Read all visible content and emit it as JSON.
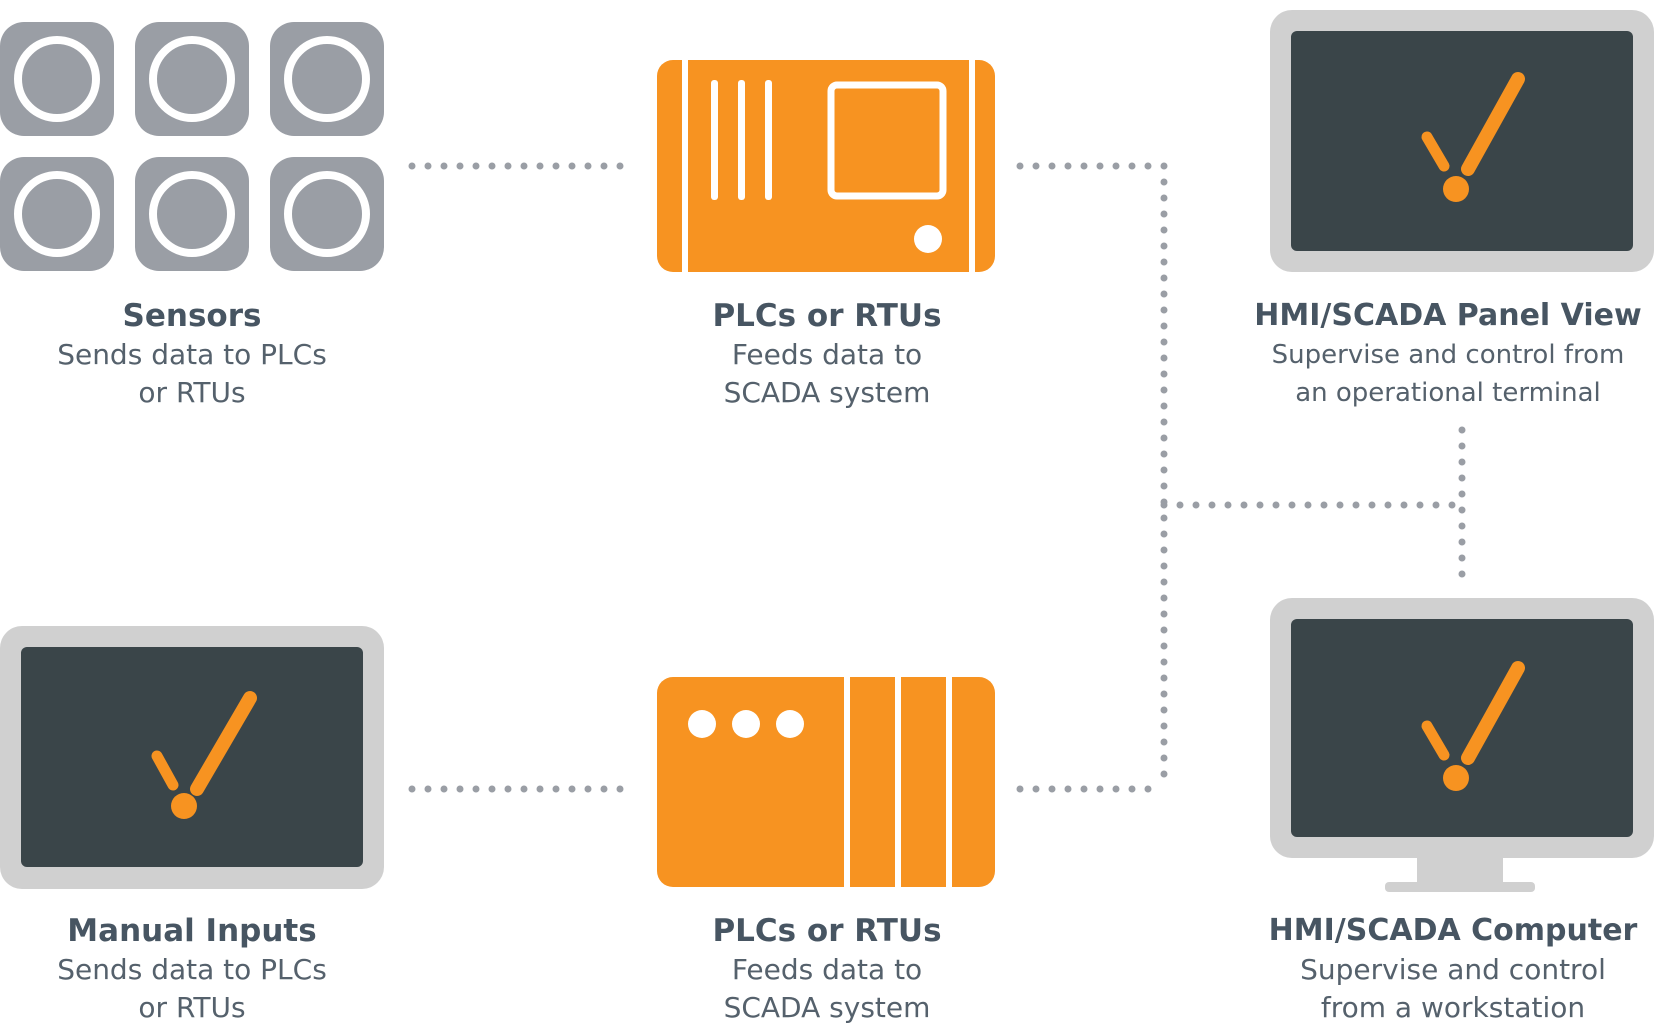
{
  "colors": {
    "orange": "#f79321",
    "sensor_gray": "#9a9ea5",
    "bezel_gray": "#d0d0d0",
    "screen_dark": "#3a4549",
    "connector_dots": "#9a9ea5",
    "title_text": "#475562",
    "desc_text": "#55616c"
  },
  "icons": {
    "sensors": "sensor-grid-icon",
    "plc_top": "plc-rack-icon",
    "plc_bottom": "plc-module-icon",
    "manual_inputs": "tablet-icon",
    "panel_view": "panel-monitor-icon",
    "computer": "desktop-monitor-icon",
    "screen_mark": "exclamation-mark-icon"
  },
  "nodes": {
    "sensors": {
      "title": "Sensors",
      "desc_line1": "Sends data to PLCs",
      "desc_line2": "or RTUs"
    },
    "plc_top": {
      "title": "PLCs or RTUs",
      "desc_line1": "Feeds data to",
      "desc_line2": "SCADA system"
    },
    "panel_view": {
      "title": "HMI/SCADA Panel View",
      "desc_line1": "Supervise and control from",
      "desc_line2": "an operational terminal"
    },
    "manual_inputs": {
      "title": "Manual Inputs",
      "desc_line1": "Sends data to PLCs",
      "desc_line2": "or RTUs"
    },
    "plc_bottom": {
      "title": "PLCs or RTUs",
      "desc_line1": "Feeds data to",
      "desc_line2": "SCADA system"
    },
    "computer": {
      "title": "HMI/SCADA Computer",
      "desc_line1": "Supervise and control",
      "desc_line2": "from a workstation"
    }
  }
}
